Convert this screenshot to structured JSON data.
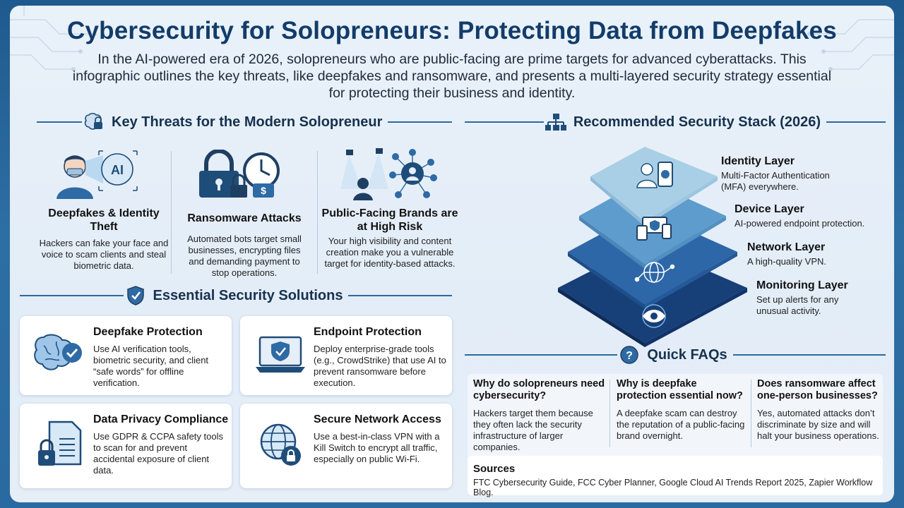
{
  "header": {
    "title": "Cybersecurity for Solopreneurs: Protecting Data from Deepfakes",
    "intro": "In the AI-powered era of 2026, solopreneurs who are public-facing are prime targets for advanced cyberattacks. This infographic outlines the key threats, like deepfakes and ransomware, and presents a multi-layered security strategy essential for protecting their business and identity."
  },
  "threats": {
    "heading": "Key Threats for the Modern Solopreneur",
    "icon": "brain-lock-icon",
    "items": [
      {
        "title": "Deepfakes & Identity Theft",
        "desc": "Hackers can fake your face and voice to scam clients and steal biometric data.",
        "icon": "ai-face-scan-icon"
      },
      {
        "title": "Ransomware Attacks",
        "desc": "Automated bots target small businesses, encrypting files and demanding payment to stop operations.",
        "icon": "padlock-clock-icon"
      },
      {
        "title": "Public-Facing Brands are at High Risk",
        "desc": "Your high visibility and content creation make you a vulnerable target for identity-based attacks.",
        "icon": "spotlight-network-icon"
      }
    ]
  },
  "solutions": {
    "heading": "Essential Security Solutions",
    "icon": "shield-check-icon",
    "items": [
      {
        "title": "Deepfake Protection",
        "desc": "Use AI verification tools, biometric security, and client “safe words” for offline verification.",
        "icon": "brain-check-icon"
      },
      {
        "title": "Endpoint Protection",
        "desc": "Deploy enterprise-grade tools (e.g., CrowdStrike) that use AI to prevent ransomware before execution.",
        "icon": "laptop-shield-icon"
      },
      {
        "title": "Data Privacy Compliance",
        "desc": "Use GDPR & CCPA safety tools to scan for and prevent accidental exposure of client data.",
        "icon": "document-lock-icon"
      },
      {
        "title": "Secure Network Access",
        "desc": "Use a best-in-class VPN with a Kill Switch to encrypt all traffic, especially on public Wi-Fi.",
        "icon": "globe-lock-icon"
      }
    ]
  },
  "stack": {
    "heading": "Recommended Security Stack (2026)",
    "icon": "hierarchy-icon",
    "layers": [
      {
        "title": "Identity Layer",
        "desc": "Multi-Factor Authentication (MFA) everywhere.",
        "icon": "user-phone-icon"
      },
      {
        "title": "Device Layer",
        "desc": "AI-powered endpoint protection.",
        "icon": "devices-icon"
      },
      {
        "title": "Network Layer",
        "desc": "A high-quality VPN.",
        "icon": "globe-network-icon"
      },
      {
        "title": "Monitoring Layer",
        "desc": "Set up alerts for any unusual activity.",
        "icon": "eye-icon"
      }
    ],
    "colors": [
      "#a9cfe6",
      "#5d9ccc",
      "#2d67a8",
      "#173f78"
    ]
  },
  "faq": {
    "heading": "Quick FAQs",
    "icon": "question-icon",
    "items": [
      {
        "q": "Why do solopreneurs need cybersecurity?",
        "a": "Hackers target them because they often lack the security infrastructure of larger companies."
      },
      {
        "q": "Why is deepfake protection essential now?",
        "a": "A deepfake scam can destroy the reputation of a public-facing brand overnight."
      },
      {
        "q": "Does ransomware affect one-person businesses?",
        "a": "Yes, automated attacks don’t discriminate by size and will halt your business operations."
      }
    ]
  },
  "sources": {
    "title": "Sources",
    "text": "FTC Cybersecurity Guide, FCC Cyber Planner, Google Cloud AI Trends Report 2025, Zapier Workflow Blog."
  },
  "colors": {
    "brand": "#123c69",
    "accent": "#2a6aa0",
    "background": "#e6eef8"
  }
}
